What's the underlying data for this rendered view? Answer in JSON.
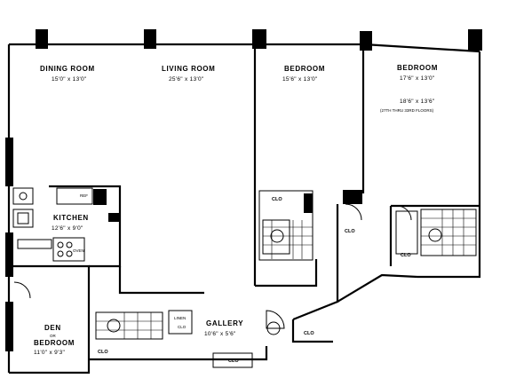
{
  "rooms": {
    "dining": {
      "name": "DINING ROOM",
      "dims": "15'0\" x 13'0\""
    },
    "living": {
      "name": "LIVING ROOM",
      "dims": "25'6\" x 13'0\""
    },
    "bedroom1": {
      "name": "BEDROOM",
      "dims": "15'6\" x 13'0\""
    },
    "bedroom2": {
      "name": "BEDROOM",
      "dims": "17'6\" x 13'0\"",
      "alt_dims": "18'6\" x 13'6\"",
      "alt_note": "(27TH THRU 33RD FLOORS)"
    },
    "kitchen": {
      "name": "KITCHEN",
      "dims": "12'6\" x 9'0\""
    },
    "den": {
      "name_line1": "DEN",
      "name_line2": "OR",
      "name_line3": "BEDROOM",
      "dims": "11'0\" x 9'3\""
    },
    "gallery": {
      "name": "GALLERY",
      "dims": "10'6\" x 5'6\""
    }
  },
  "closets": {
    "bed1_closet": "CLO",
    "hall_closet": "CLO",
    "bed2_closet": "CLO",
    "den_closet": "CLO",
    "gallery_closet": "CLO",
    "entry_closet": "CLO",
    "linen_line1": "LINEN",
    "linen_line2": "CLO"
  },
  "fixtures": {
    "refrigerator": "REF",
    "oven": "OVEN",
    "washer": "W/D"
  }
}
